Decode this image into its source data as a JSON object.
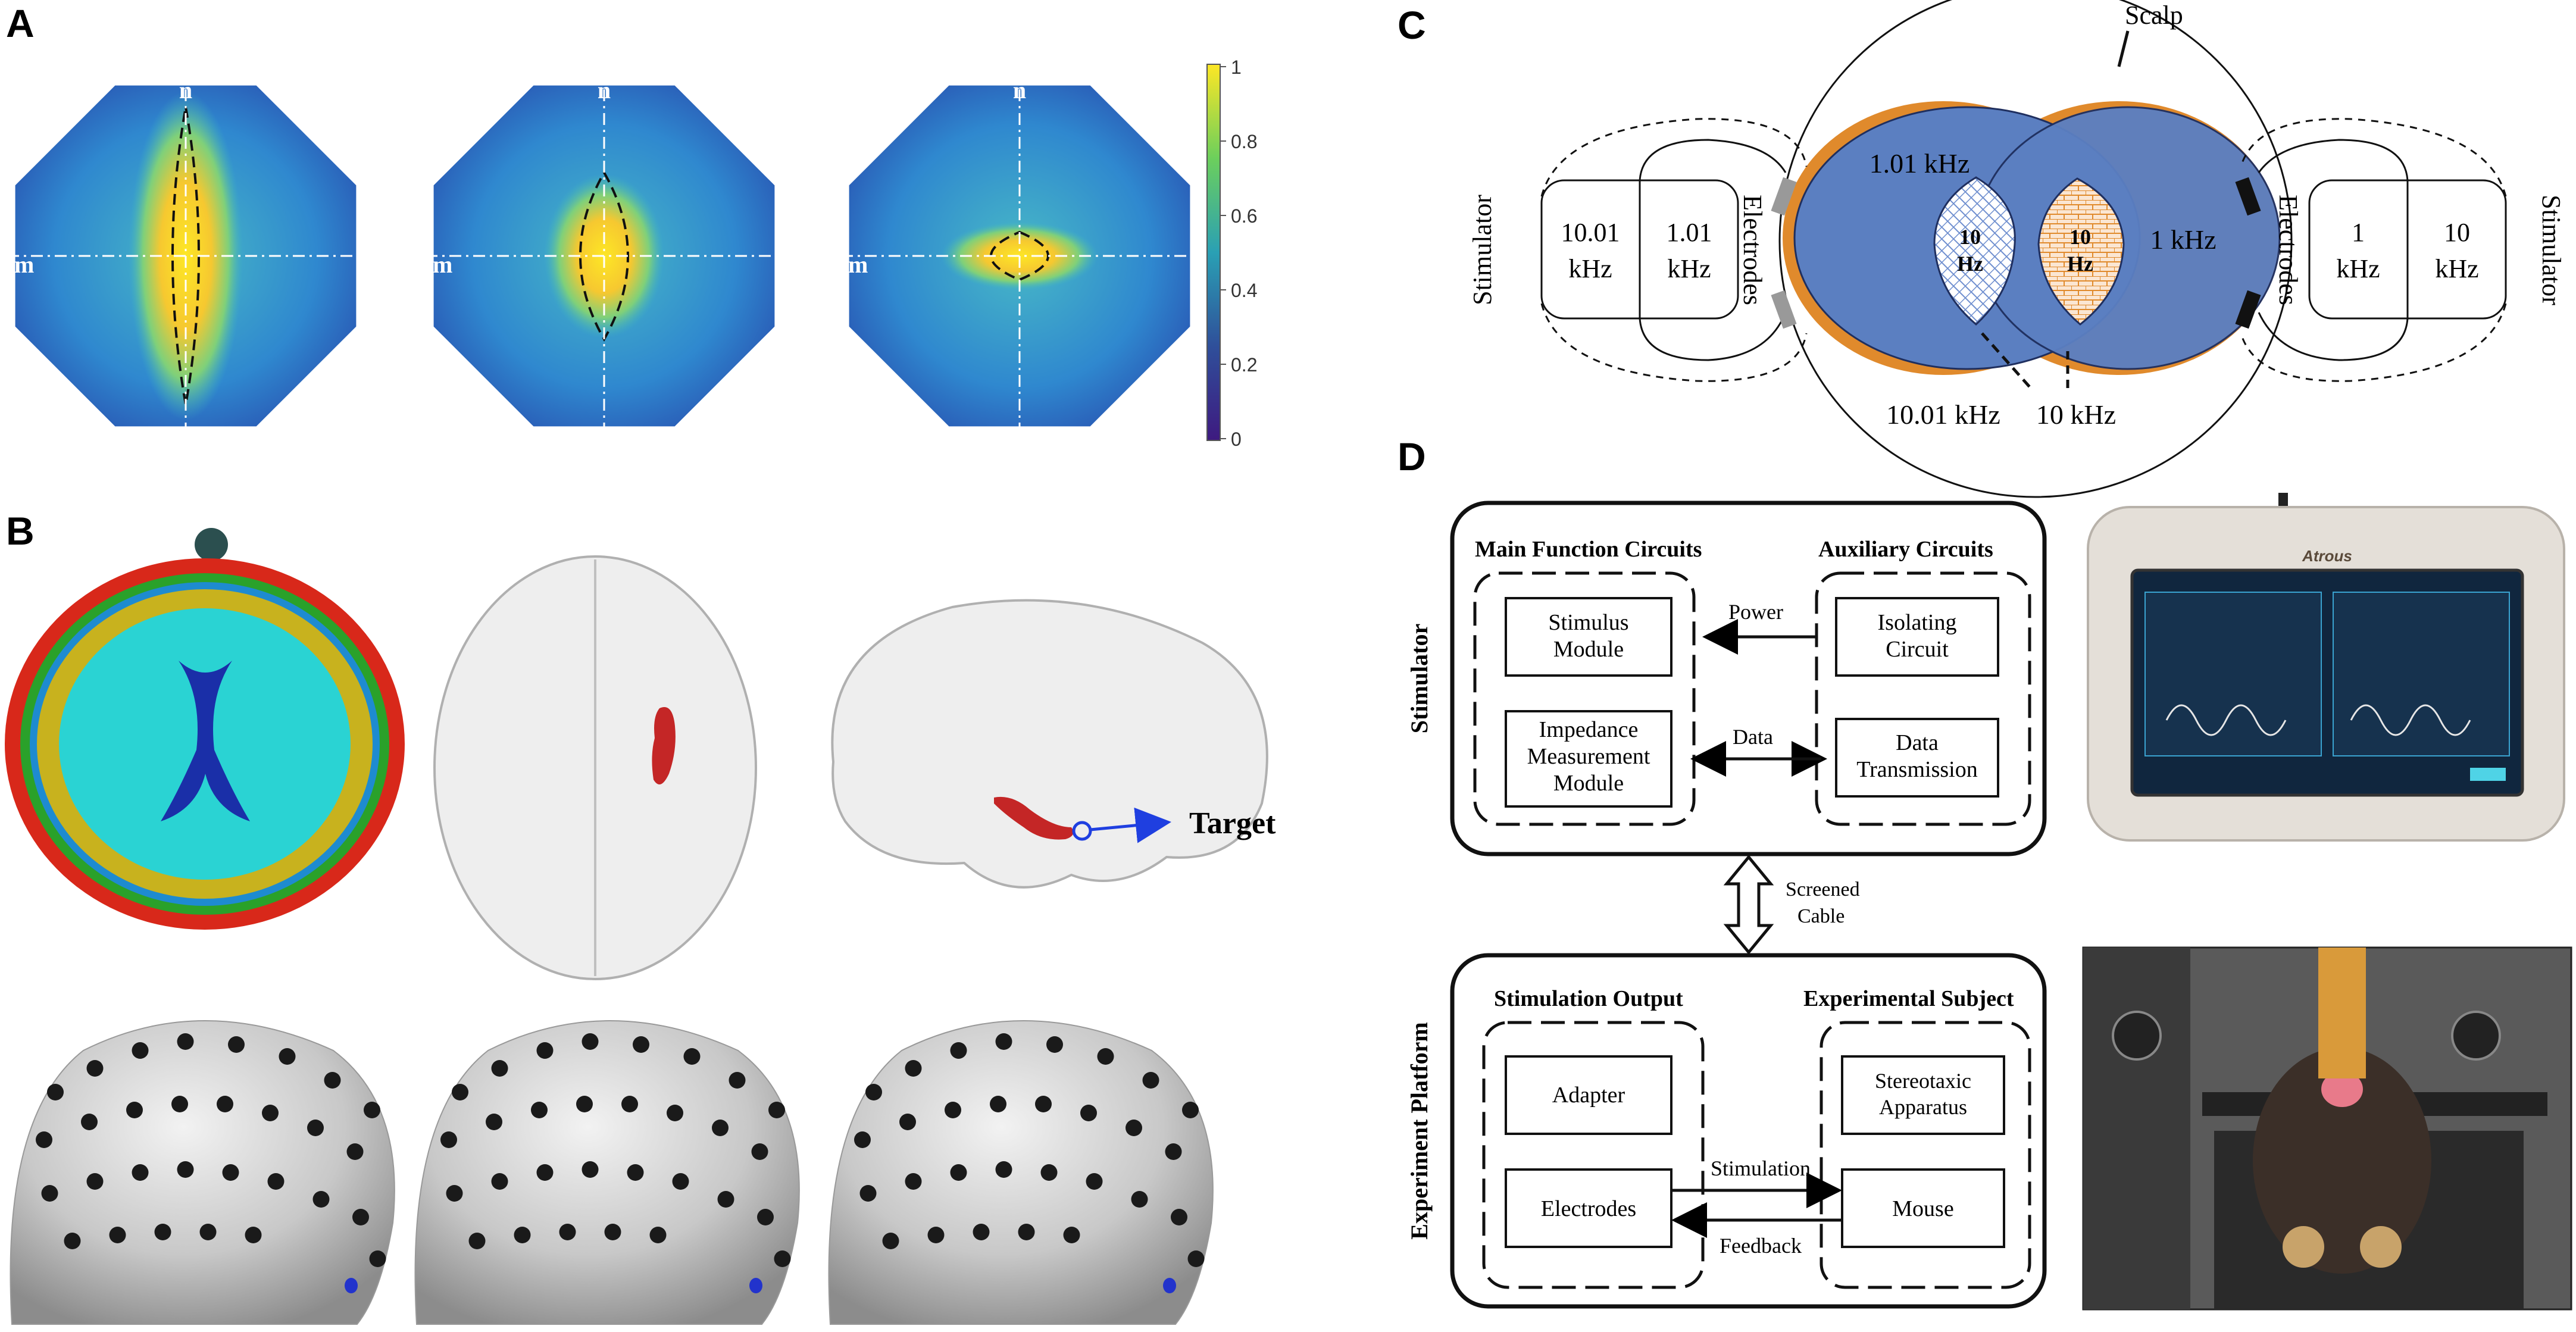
{
  "panels": {
    "a": {
      "letter": "A",
      "axis_n": "n",
      "axis_m": "m",
      "colorbar": {
        "ticks": [
          "1",
          "0.8",
          "0.6",
          "0.4",
          "0.2",
          "0"
        ],
        "colors": [
          "#fde725",
          "#35b779",
          "#31688e",
          "#3e1a80"
        ]
      },
      "map_colors": {
        "outer": "#2a7fd0",
        "mid": "#3fb6c0",
        "inner": "#fde725"
      }
    },
    "b": {
      "letter": "B",
      "target_label": "Target",
      "mesh_colors": {
        "scalp": "#d8281a",
        "skull": "#2aa12a",
        "csf": "#1e8bd0",
        "gray": "#2ad3d3",
        "white": "#c8b21e",
        "ventricle": "#1a2fa8"
      }
    },
    "c": {
      "letter": "C",
      "scalp_label": "Scalp",
      "left_stimulator": {
        "label": "Stimulator",
        "freq1": [
          "10.01",
          "kHz"
        ],
        "freq2": [
          "1.01",
          "kHz"
        ],
        "electrodes": "Electrodes"
      },
      "right_stimulator": {
        "label": "Stimulator",
        "freq1": [
          "1",
          "kHz"
        ],
        "freq2": [
          "10",
          "kHz"
        ],
        "electrodes": "Electrodes"
      },
      "labels": {
        "f101": "1.01 kHz",
        "f1": "1 kHz",
        "f1001": "10.01 kHz",
        "f10": "10 kHz",
        "hz_left": [
          "10",
          "Hz"
        ],
        "hz_right": [
          "10",
          "Hz"
        ]
      },
      "colors": {
        "blue": "#5b7fc1",
        "orange": "#e08a2c"
      }
    },
    "d": {
      "letter": "D",
      "stimulator": {
        "side_label": "Stimulator",
        "main_title": "Main Function Circuits",
        "aux_title": "Auxiliary Circuits",
        "stimulus_module": [
          "Stimulus",
          "Module"
        ],
        "impedance_module": [
          "Impedance",
          "Measurement",
          "Module"
        ],
        "isolating_circuit": [
          "Isolating",
          "Circuit"
        ],
        "data_transmission": [
          "Data",
          "Transmission"
        ],
        "power": "Power",
        "data": "Data"
      },
      "cable": [
        "Screened",
        "Cable"
      ],
      "platform": {
        "side_label": "Experiment Platform",
        "output_title": "Stimulation Output",
        "subject_title": "Experimental Subject",
        "adapter": "Adapter",
        "electrodes": "Electrodes",
        "stereotaxic": [
          "Stereotaxic",
          "Apparatus"
        ],
        "mouse": "Mouse",
        "stimulation": "Stimulation",
        "feedback": "Feedback"
      },
      "device": {
        "brand": "Atrous"
      }
    }
  }
}
